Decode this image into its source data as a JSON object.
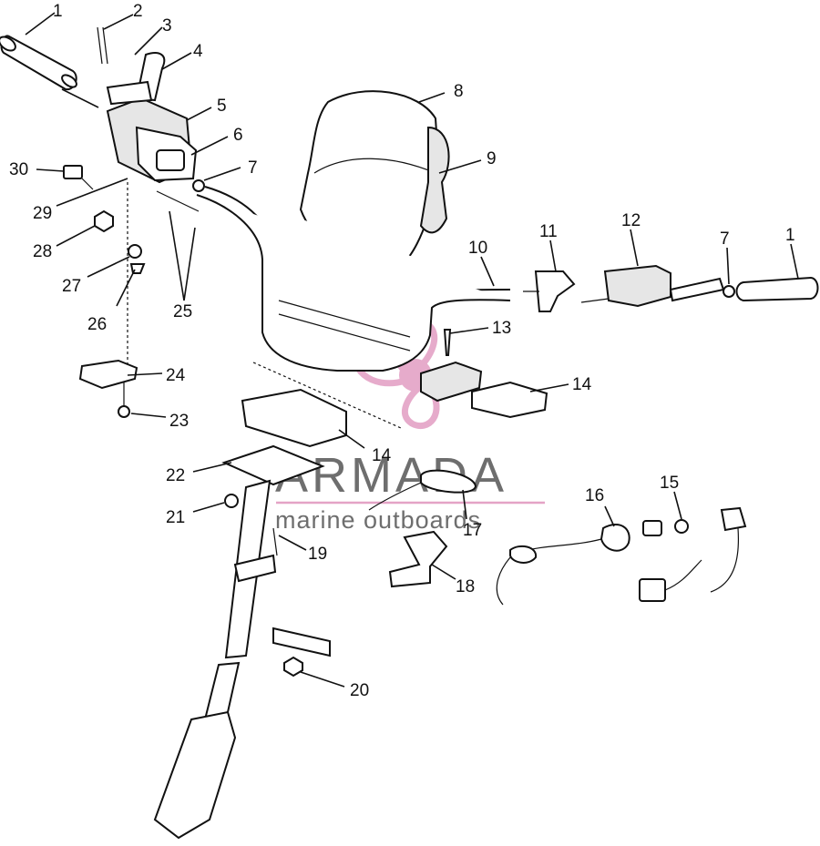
{
  "callouts": [
    {
      "id": "c1a",
      "label": "1"
    },
    {
      "id": "c2",
      "label": "2"
    },
    {
      "id": "c3",
      "label": "3"
    },
    {
      "id": "c4",
      "label": "4"
    },
    {
      "id": "c5",
      "label": "5"
    },
    {
      "id": "c6",
      "label": "6"
    },
    {
      "id": "c7a",
      "label": "7"
    },
    {
      "id": "c8",
      "label": "8"
    },
    {
      "id": "c9",
      "label": "9"
    },
    {
      "id": "c10",
      "label": "10"
    },
    {
      "id": "c11",
      "label": "11"
    },
    {
      "id": "c12",
      "label": "12"
    },
    {
      "id": "c7b",
      "label": "7"
    },
    {
      "id": "c1b",
      "label": "1"
    },
    {
      "id": "c13",
      "label": "13"
    },
    {
      "id": "c14a",
      "label": "14"
    },
    {
      "id": "c14b",
      "label": "14"
    },
    {
      "id": "c15",
      "label": "15"
    },
    {
      "id": "c16",
      "label": "16"
    },
    {
      "id": "c17",
      "label": "17"
    },
    {
      "id": "c18",
      "label": "18"
    },
    {
      "id": "c19",
      "label": "19"
    },
    {
      "id": "c20",
      "label": "20"
    },
    {
      "id": "c21",
      "label": "21"
    },
    {
      "id": "c22",
      "label": "22"
    },
    {
      "id": "c23",
      "label": "23"
    },
    {
      "id": "c24",
      "label": "24"
    },
    {
      "id": "c25",
      "label": "25"
    },
    {
      "id": "c26",
      "label": "26"
    },
    {
      "id": "c27",
      "label": "27"
    },
    {
      "id": "c28",
      "label": "28"
    },
    {
      "id": "c29",
      "label": "29"
    },
    {
      "id": "c30",
      "label": "30"
    }
  ],
  "watermark": {
    "brand": "ARMADA",
    "tagline": "marine outboards",
    "accent_color": "#e4a3c6",
    "text_color": "#6e6e6e"
  }
}
